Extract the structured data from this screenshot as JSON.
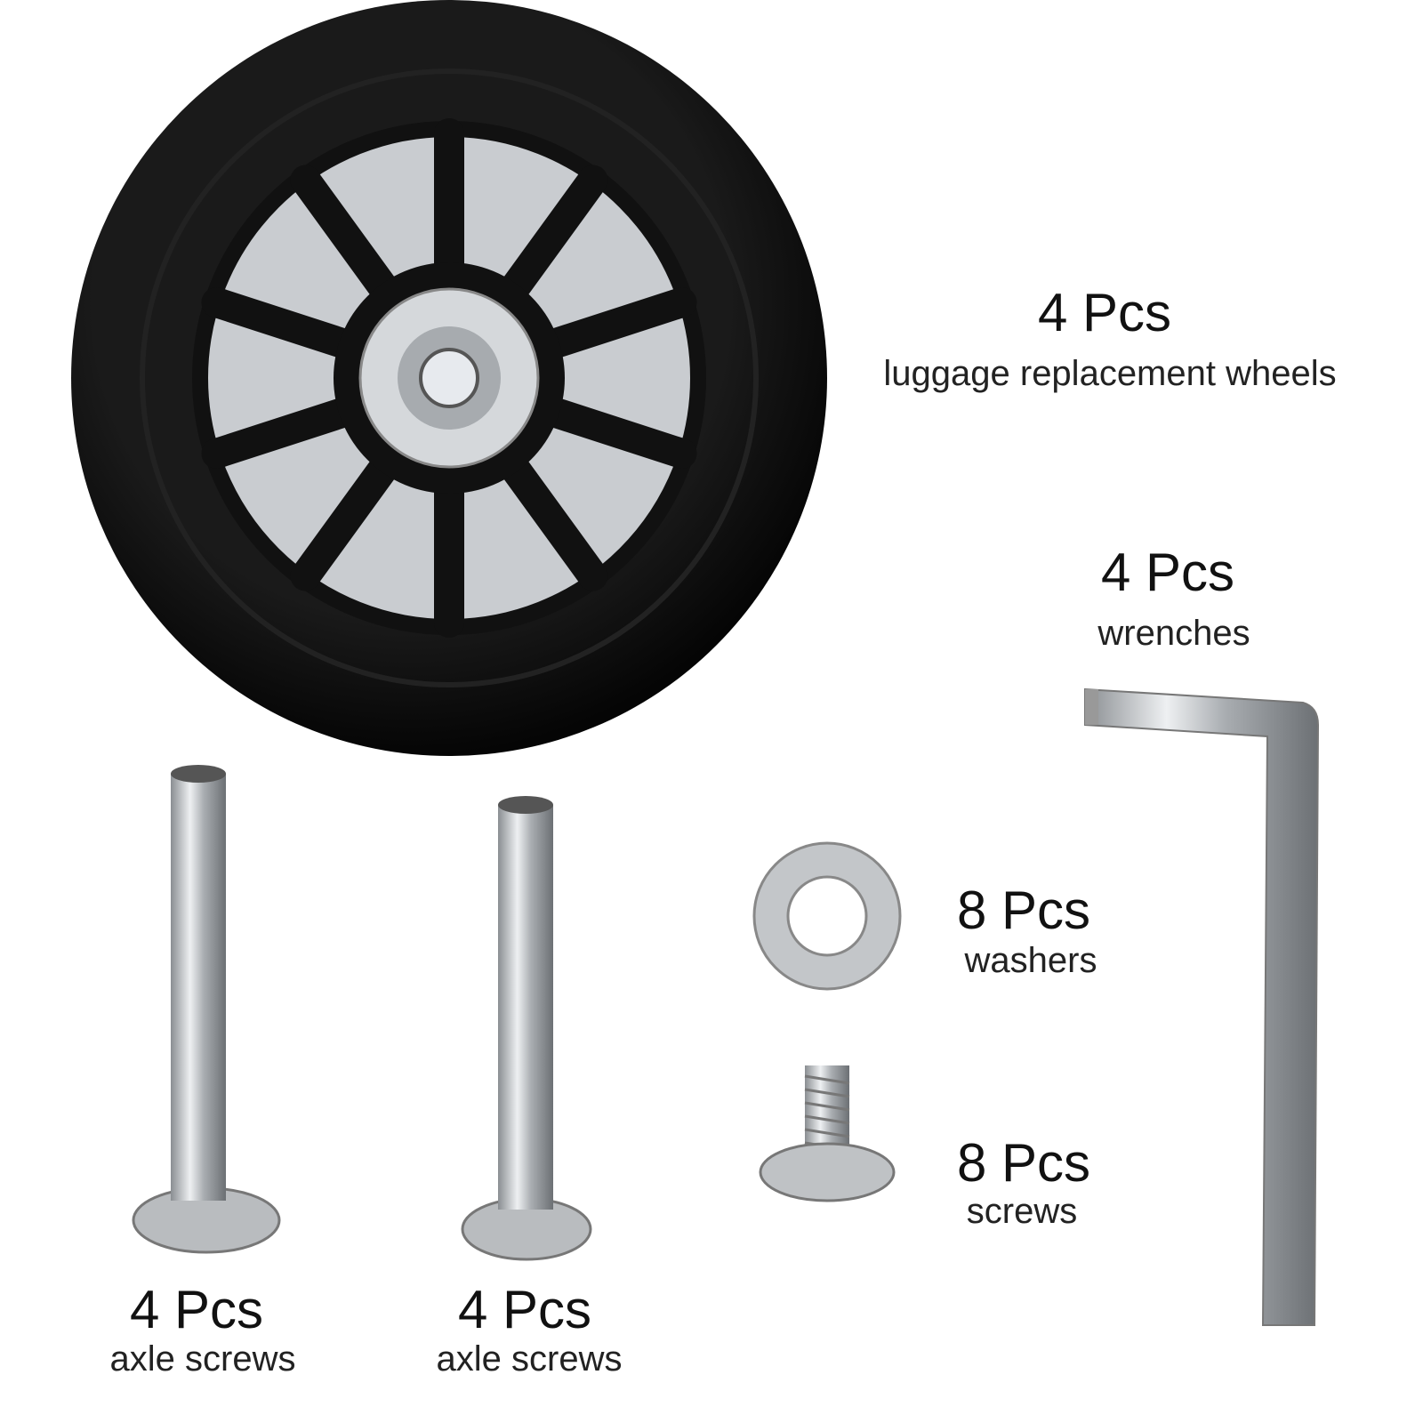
{
  "items": [
    {
      "count": "4 Pcs",
      "name": "luggage replacement wheels"
    },
    {
      "count": "4 Pcs",
      "name": "wrenches"
    },
    {
      "count": "8 Pcs",
      "name": "washers"
    },
    {
      "count": "8 Pcs",
      "name": "screws"
    },
    {
      "count": "4 Pcs",
      "name": "axle screws"
    },
    {
      "count": "4 Pcs",
      "name": "axle screws"
    }
  ],
  "colors": {
    "rubber": "#0a0a0a",
    "metal": "#b8bcc0",
    "background": "#ffffff"
  }
}
